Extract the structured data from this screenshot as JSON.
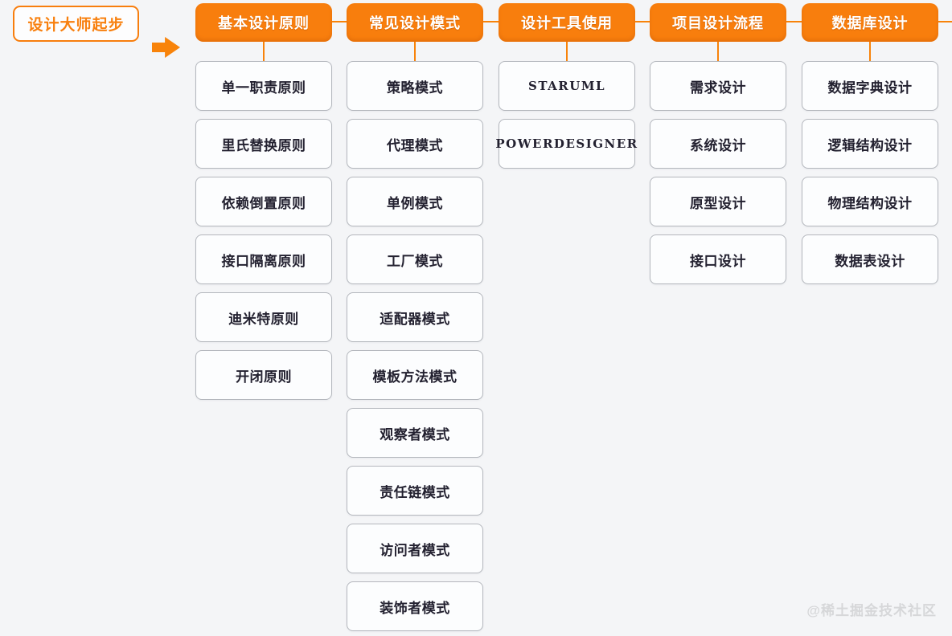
{
  "canvas": {
    "accent_orange": "#f87e0d",
    "background": "#f4f5f7",
    "node_border": "#b4b7bd",
    "node_text": "#232130",
    "watermark_text_color": "#d6d7d9"
  },
  "root": {
    "label": "设计大师起步"
  },
  "icons": {
    "arrow": "right-arrow-icon"
  },
  "columns": [
    {
      "header": "基本设计原则",
      "items": [
        "单一职责原则",
        "里氏替换原则",
        "依赖倒置原则",
        "接口隔离原则",
        "迪米特原则",
        "开闭原则"
      ]
    },
    {
      "header": "常见设计模式",
      "items": [
        "策略模式",
        "代理模式",
        "单例模式",
        "工厂模式",
        "适配器模式",
        "模板方法模式",
        "观察者模式",
        "责任链模式",
        "访问者模式",
        "装饰者模式"
      ]
    },
    {
      "header": "设计工具使用",
      "items": [
        "STARUML",
        "POWERDESIGNER"
      ]
    },
    {
      "header": "项目设计流程",
      "items": [
        "需求设计",
        "系统设计",
        "原型设计",
        "接口设计"
      ]
    },
    {
      "header": "数据库设计",
      "items": [
        "数据字典设计",
        "逻辑结构设计",
        "物理结构设计",
        "数据表设计"
      ]
    }
  ],
  "watermark": {
    "label": "@稀土掘金技术社区"
  }
}
